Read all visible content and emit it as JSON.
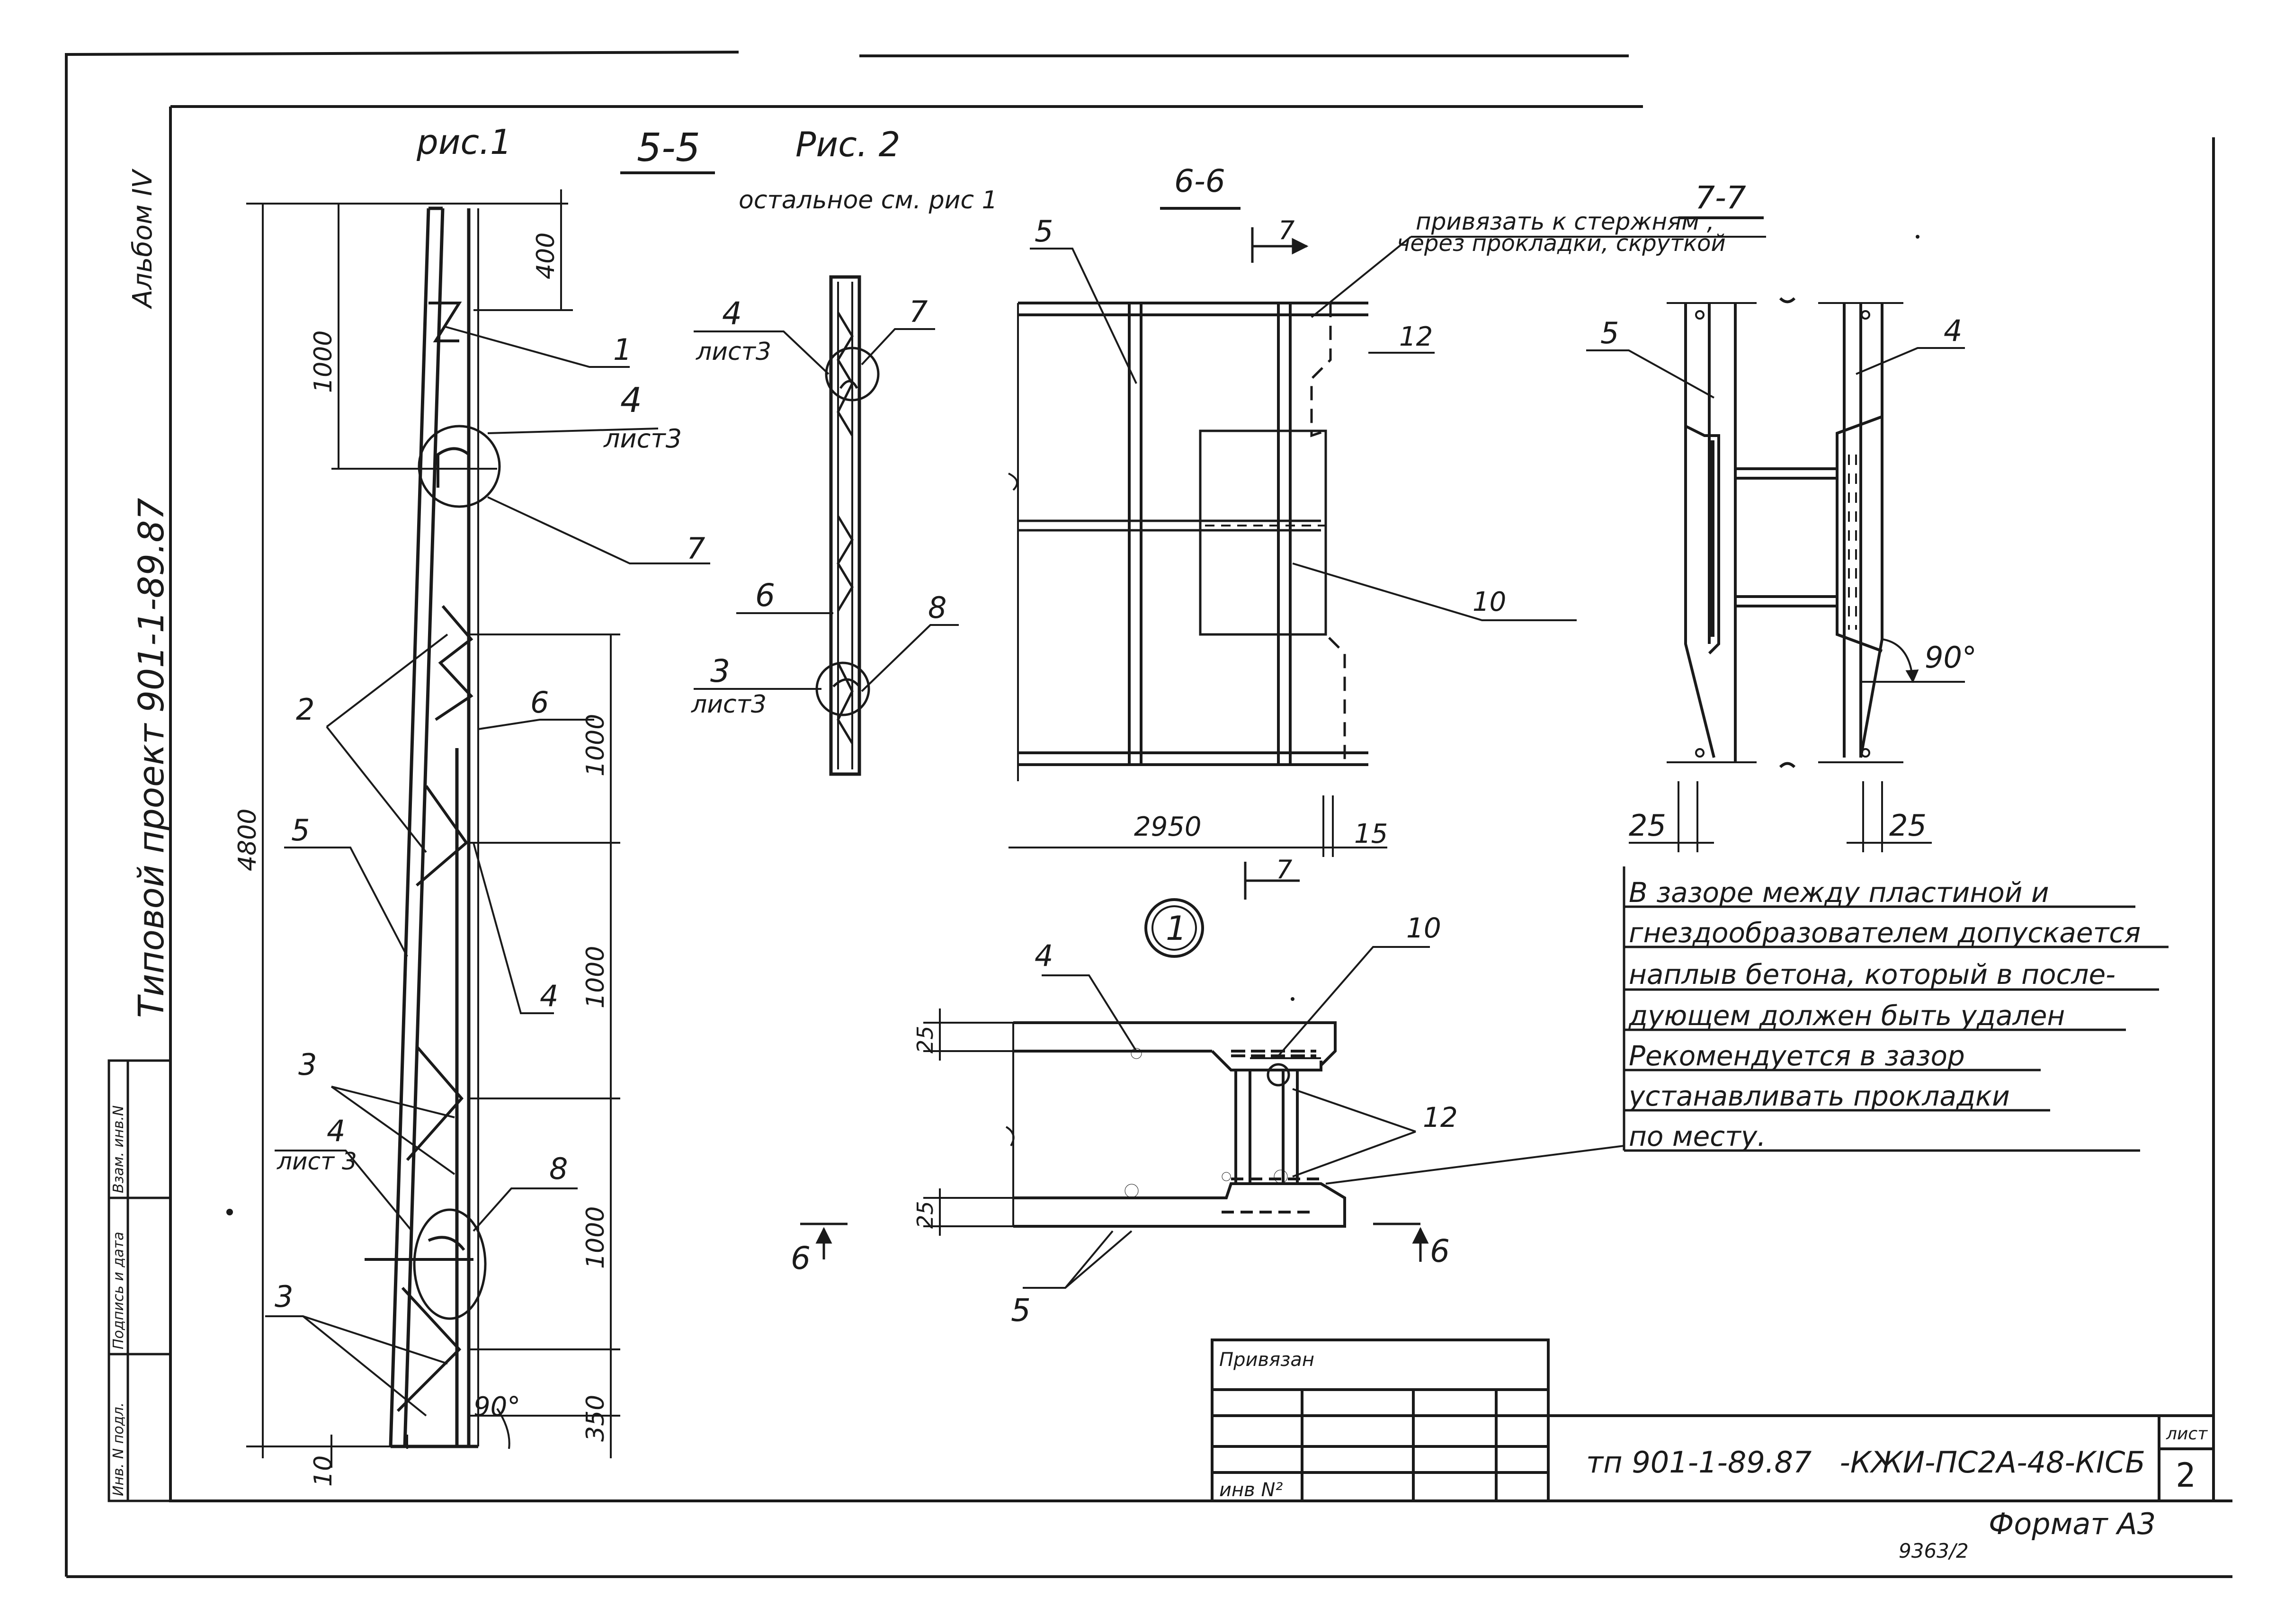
{
  "side_margin": {
    "album": "Альбом IV",
    "project": "Типовой проект 901-1-89.87",
    "stamp_cols": [
      "Инв. N подл.",
      "Подпись и дата",
      "Взам. инв.N"
    ]
  },
  "fig1": {
    "title": "рис.1",
    "dims": [
      "400",
      "1000",
      "4800",
      "1000",
      "1000",
      "1000",
      "350",
      "10"
    ],
    "angle": "90°",
    "labels": {
      "l1": "1",
      "l2": "2",
      "l3a": "3",
      "l3b": "3",
      "l4a": "4",
      "l4a_sub": "лист3",
      "l4b": "4",
      "l4c": "4",
      "l4c_sub": "лист 3",
      "l5": "5",
      "l6": "6",
      "l7": "7",
      "l8": "8"
    }
  },
  "fig2": {
    "section": "5-5",
    "title": "Рис. 2",
    "note": "остальное см. рис 1",
    "labels": {
      "l4": "4",
      "l4_sub": "лист3",
      "l7": "7",
      "l6": "6",
      "l3": "3",
      "l3_sub": "лист3",
      "l8": "8"
    }
  },
  "sec66": {
    "title": "6-6",
    "note1": "привязать к стержням ,",
    "note2": "через прокладки, скруткой",
    "cut_mark": "7",
    "labels": {
      "l5": "5",
      "l12": "12",
      "l10": "10"
    },
    "dims": {
      "d2950": "2950",
      "d15": "15"
    }
  },
  "sec77": {
    "title": "7-7",
    "labels": {
      "l5": "5",
      "l4": "4"
    },
    "angle": "90°",
    "dims": {
      "left": "25",
      "right": "25"
    }
  },
  "detail1": {
    "mark": "1",
    "labels": {
      "l4": "4",
      "l10": "10",
      "l12": "12",
      "l5": "5"
    },
    "dims": {
      "top": "25",
      "bottom": "25"
    },
    "cut_left": "6",
    "cut_right": "6"
  },
  "notes": [
    "В зазоре между пластиной и",
    "гнездообразователем допускается",
    "наплыв бетона, который в после-",
    "дующем должен быть удален",
    "Рекомендуется в зазор",
    "устанавливать прокладки",
    "по месту."
  ],
  "title_block": {
    "bound_label": "Привязан",
    "inv_label": "инв N²",
    "code": "тп 901-1-89.87   -КЖИ-ПС2А-48-КIСБ",
    "sheet_label": "лист",
    "sheet_no": "2",
    "format": "Формат А3",
    "archive_no": "9363/2"
  }
}
